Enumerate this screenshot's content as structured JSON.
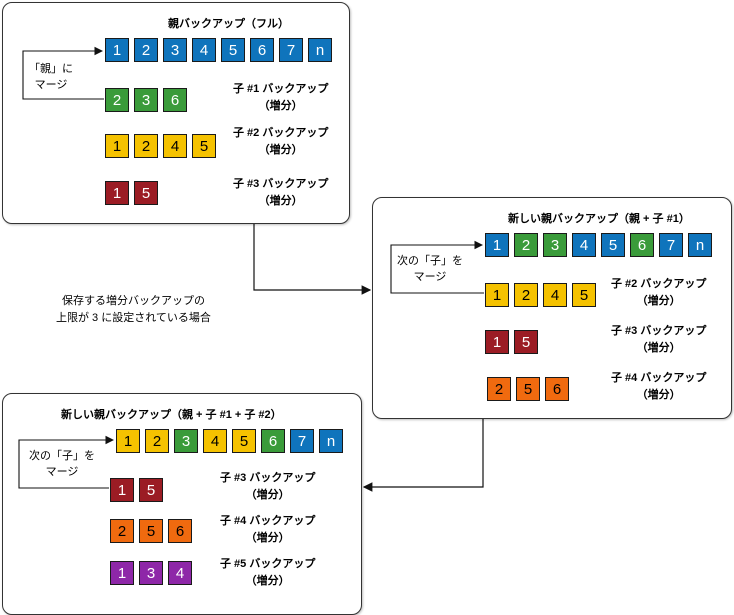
{
  "panels": [
    {
      "title": "親バックアップ（フル）",
      "merge_label": [
        "「親」に",
        "マージ"
      ],
      "parent_row": [
        {
          "t": "1",
          "c": "blue"
        },
        {
          "t": "2",
          "c": "blue"
        },
        {
          "t": "3",
          "c": "blue"
        },
        {
          "t": "4",
          "c": "blue"
        },
        {
          "t": "5",
          "c": "blue"
        },
        {
          "t": "6",
          "c": "blue"
        },
        {
          "t": "7",
          "c": "blue"
        },
        {
          "t": "n",
          "c": "blue"
        }
      ],
      "children": [
        {
          "blocks": [
            {
              "t": "2",
              "c": "green"
            },
            {
              "t": "3",
              "c": "green"
            },
            {
              "t": "6",
              "c": "green"
            }
          ],
          "label": [
            "子 #1 バックアップ",
            "（増分）"
          ]
        },
        {
          "blocks": [
            {
              "t": "1",
              "c": "yellow"
            },
            {
              "t": "2",
              "c": "yellow"
            },
            {
              "t": "4",
              "c": "yellow"
            },
            {
              "t": "5",
              "c": "yellow"
            }
          ],
          "label": [
            "子 #2 バックアップ",
            "（増分）"
          ]
        },
        {
          "blocks": [
            {
              "t": "1",
              "c": "red"
            },
            {
              "t": "5",
              "c": "red"
            }
          ],
          "label": [
            "子 #3 バックアップ",
            "（増分）"
          ]
        }
      ]
    },
    {
      "title": "新しい親バックアップ（親 + 子 #1）",
      "merge_label": [
        "次の「子」を",
        "マージ"
      ],
      "parent_row": [
        {
          "t": "1",
          "c": "blue"
        },
        {
          "t": "2",
          "c": "green"
        },
        {
          "t": "3",
          "c": "green"
        },
        {
          "t": "4",
          "c": "blue"
        },
        {
          "t": "5",
          "c": "blue"
        },
        {
          "t": "6",
          "c": "green"
        },
        {
          "t": "7",
          "c": "blue"
        },
        {
          "t": "n",
          "c": "blue"
        }
      ],
      "children": [
        {
          "blocks": [
            {
              "t": "1",
              "c": "yellow"
            },
            {
              "t": "2",
              "c": "yellow"
            },
            {
              "t": "4",
              "c": "yellow"
            },
            {
              "t": "5",
              "c": "yellow"
            }
          ],
          "label": [
            "子 #2 バックアップ",
            "（増分）"
          ]
        },
        {
          "blocks": [
            {
              "t": "1",
              "c": "red"
            },
            {
              "t": "5",
              "c": "red"
            }
          ],
          "label": [
            "子 #3 バックアップ",
            "（増分）"
          ]
        },
        {
          "blocks": [
            {
              "t": "2",
              "c": "orange"
            },
            {
              "t": "5",
              "c": "orange"
            },
            {
              "t": "6",
              "c": "orange"
            }
          ],
          "label": [
            "子 #4 バックアップ",
            "（増分）"
          ]
        }
      ]
    },
    {
      "title": "新しい親バックアップ（親 + 子 #1 + 子 #2）",
      "merge_label": [
        "次の「子」を",
        "マージ"
      ],
      "parent_row": [
        {
          "t": "1",
          "c": "yellow"
        },
        {
          "t": "2",
          "c": "yellow"
        },
        {
          "t": "3",
          "c": "green"
        },
        {
          "t": "4",
          "c": "yellow"
        },
        {
          "t": "5",
          "c": "yellow"
        },
        {
          "t": "6",
          "c": "green"
        },
        {
          "t": "7",
          "c": "blue"
        },
        {
          "t": "n",
          "c": "blue"
        }
      ],
      "children": [
        {
          "blocks": [
            {
              "t": "1",
              "c": "red"
            },
            {
              "t": "5",
              "c": "red"
            }
          ],
          "label": [
            "子 #3 バックアップ",
            "（増分）"
          ]
        },
        {
          "blocks": [
            {
              "t": "2",
              "c": "orange"
            },
            {
              "t": "5",
              "c": "orange"
            },
            {
              "t": "6",
              "c": "orange"
            }
          ],
          "label": [
            "子 #4 バックアップ",
            "（増分）"
          ]
        },
        {
          "blocks": [
            {
              "t": "1",
              "c": "purple"
            },
            {
              "t": "3",
              "c": "purple"
            },
            {
              "t": "4",
              "c": "purple"
            }
          ],
          "label": [
            "子 #5 バックアップ",
            "（増分）"
          ]
        }
      ]
    }
  ],
  "note": [
    "保存する増分バックアップの",
    "上限が 3 に設定されている場合"
  ],
  "colors": {
    "blue": "#0f74bc",
    "green": "#3a9b3a",
    "yellow": "#f5c200",
    "red": "#9b1c24",
    "orange": "#f06a0f",
    "purple": "#8e27a8"
  }
}
